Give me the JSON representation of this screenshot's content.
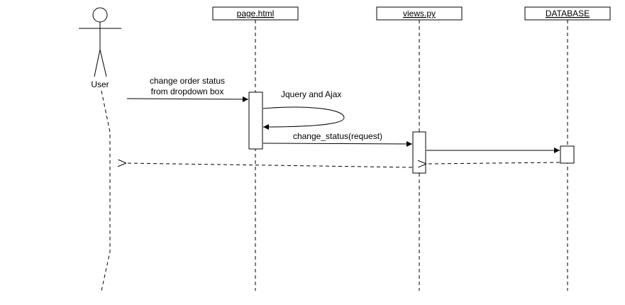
{
  "participants": {
    "user": "User",
    "page": "page.html",
    "views": "views.py",
    "database": "DATABASE"
  },
  "messages": {
    "change_status_line1": "change order status",
    "change_status_line2": "from dropdown box",
    "jquery_ajax": "Jquery and Ajax",
    "change_status_request": "change_status(request)"
  },
  "colors": {
    "stroke": "#000000",
    "background": "#ffffff"
  }
}
